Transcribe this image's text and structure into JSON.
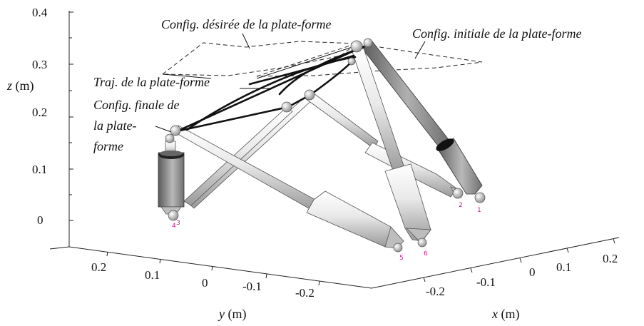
{
  "axes": {
    "z": {
      "label_var": "z",
      "label_unit": " (m)",
      "ticks": [
        "0.4",
        "0.3",
        "0.2",
        "0.1",
        "0"
      ]
    },
    "y": {
      "label_var": "y",
      "label_unit": " (m)",
      "ticks": [
        "0.2",
        "0.1",
        "0",
        "-0.1",
        "-0.2"
      ]
    },
    "x": {
      "label_var": "x",
      "label_unit": " (m)",
      "ticks": [
        "-0.2",
        "-0.1",
        "0",
        "0.1",
        "0.2"
      ]
    }
  },
  "annotations": {
    "desired": "Config. désirée de la plate-forme",
    "initial": "Config. initiale de la plate-forme",
    "trajectory": "Traj. de la plate-forme",
    "final_line1": "Config. finale de",
    "final_line2": "la plate-",
    "final_line3": "forme"
  },
  "leg_numbers": [
    "1",
    "2",
    "3",
    "4",
    "5",
    "6"
  ],
  "colors": {
    "leg_light": "#e6e6e6",
    "leg_dark": "#8a8a8a",
    "outline": "#333333",
    "label_magenta": "#c0208c"
  }
}
